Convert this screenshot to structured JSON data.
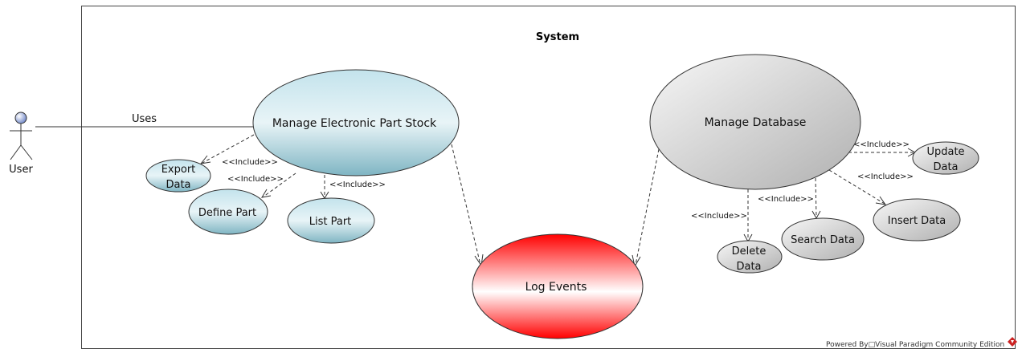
{
  "system": {
    "title": "System"
  },
  "actor": {
    "name": "User"
  },
  "association": {
    "label": "Uses"
  },
  "include_label": "<<Include>>",
  "use_cases": {
    "manage_stock": "Manage Electronic Part Stock",
    "export_data": [
      "Export",
      "Data"
    ],
    "define_part": "Define Part",
    "list_part": "List Part",
    "log_events": "Log Events",
    "manage_database": "Manage Database",
    "update_data": [
      "Update",
      "Data"
    ],
    "insert_data": "Insert Data",
    "search_data": "Search Data",
    "delete_data": [
      "Delete",
      "Data"
    ]
  },
  "colors": {
    "blue_top": "#c3e3ec",
    "blue_bottom": "#7fb5c3",
    "gray_top": "#f2f2f2",
    "gray_bottom": "#b8b8b8",
    "red_center": "#ffffff",
    "red_edge": "#ff0000"
  },
  "footer": {
    "text": "Powered By□Visual Paradigm Community Edition"
  }
}
